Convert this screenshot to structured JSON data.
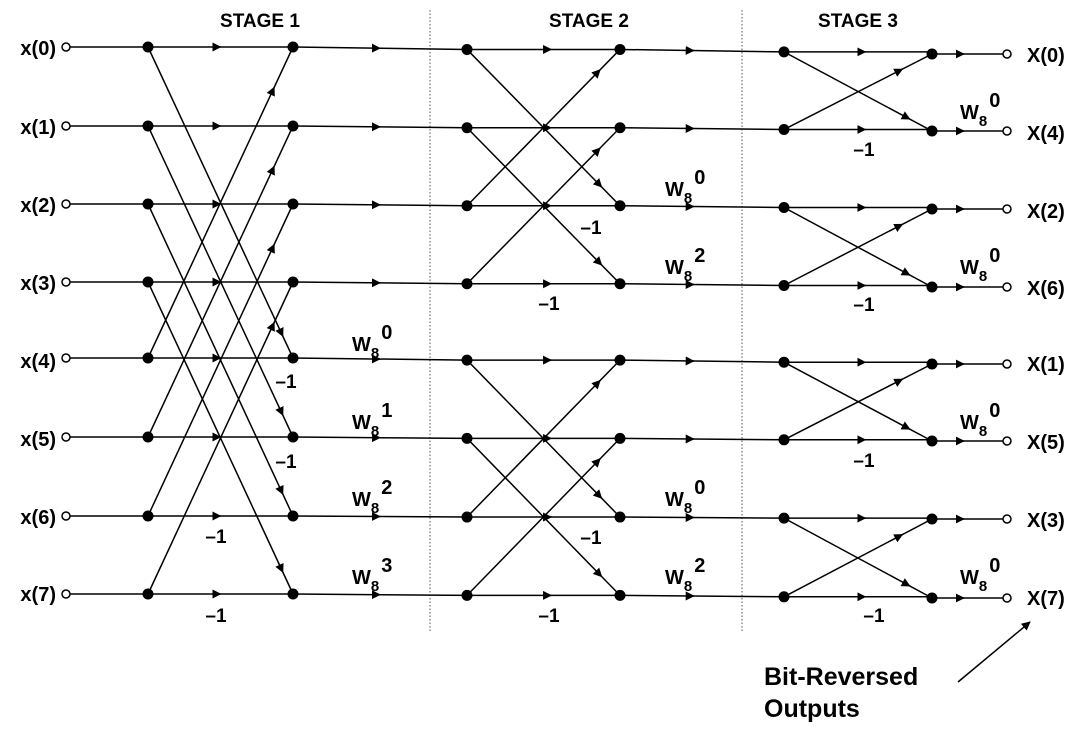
{
  "stages": [
    "STAGE 1",
    "STAGE 2",
    "STAGE 3"
  ],
  "inputs": [
    "x(0)",
    "x(1)",
    "x(2)",
    "x(3)",
    "x(4)",
    "x(5)",
    "x(6)",
    "x(7)"
  ],
  "outputs": [
    "X(0)",
    "X(4)",
    "X(2)",
    "X(6)",
    "X(1)",
    "X(5)",
    "X(3)",
    "X(7)"
  ],
  "twiddle_base": "W",
  "twiddle_sub": "8",
  "stage1_twiddles": [
    "0",
    "1",
    "2",
    "3"
  ],
  "stage2_twiddles": [
    "0",
    "2",
    "0",
    "2"
  ],
  "stage3_twiddles": [
    "0",
    "0",
    "0",
    "0"
  ],
  "minus_one": "–1",
  "caption": [
    "Bit-Reversed",
    "Outputs"
  ]
}
